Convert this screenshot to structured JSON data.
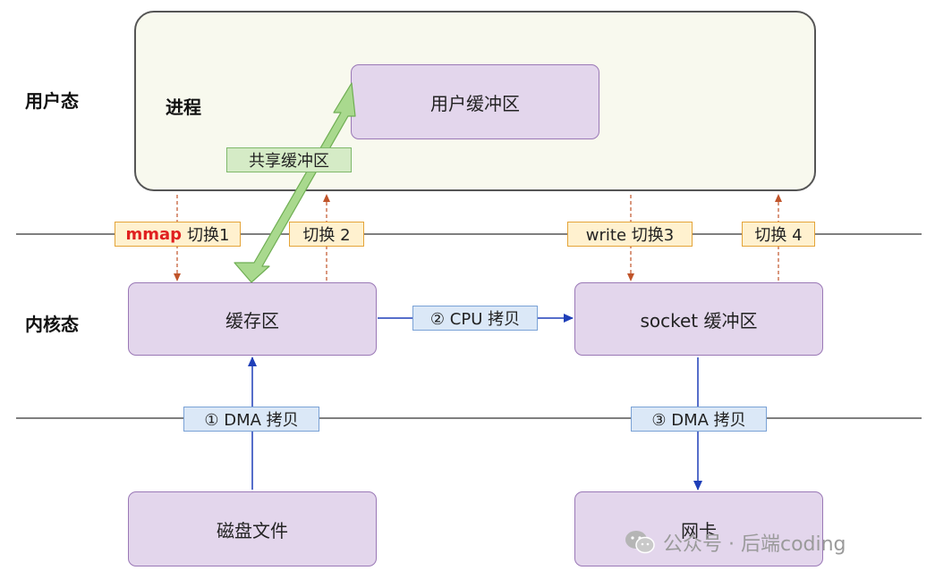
{
  "side_labels": {
    "user_mode": "用户态",
    "kernel_mode": "内核态"
  },
  "process": {
    "label": "进程",
    "user_buffer": "用户缓冲区",
    "shared_buffer": "共享缓冲区"
  },
  "kernel": {
    "cache": "缓存区",
    "socket_buffer": "socket 缓冲区"
  },
  "hardware": {
    "disk_file": "磁盘文件",
    "nic": "网卡"
  },
  "switches": {
    "mmap_call": "mmap",
    "switch1": "切换1",
    "switch2": "切换 2",
    "write_switch3": "write 切换3",
    "switch4": "切换 4"
  },
  "copies": {
    "dma1": "① DMA 拷贝",
    "cpu2": "② CPU 拷贝",
    "dma3": "③ DMA 拷贝"
  },
  "watermark": {
    "text": "公众号 · 后端coding"
  },
  "colors": {
    "process_bg": "#f8f9ee",
    "box_fill": "#e3d6ec",
    "box_border": "#9a78b6",
    "switch_arrow": "#c0542a",
    "copy_arrow": "#1f3fb8",
    "shared_arrow": "#a9d98e",
    "mmap_text": "#e02020"
  }
}
